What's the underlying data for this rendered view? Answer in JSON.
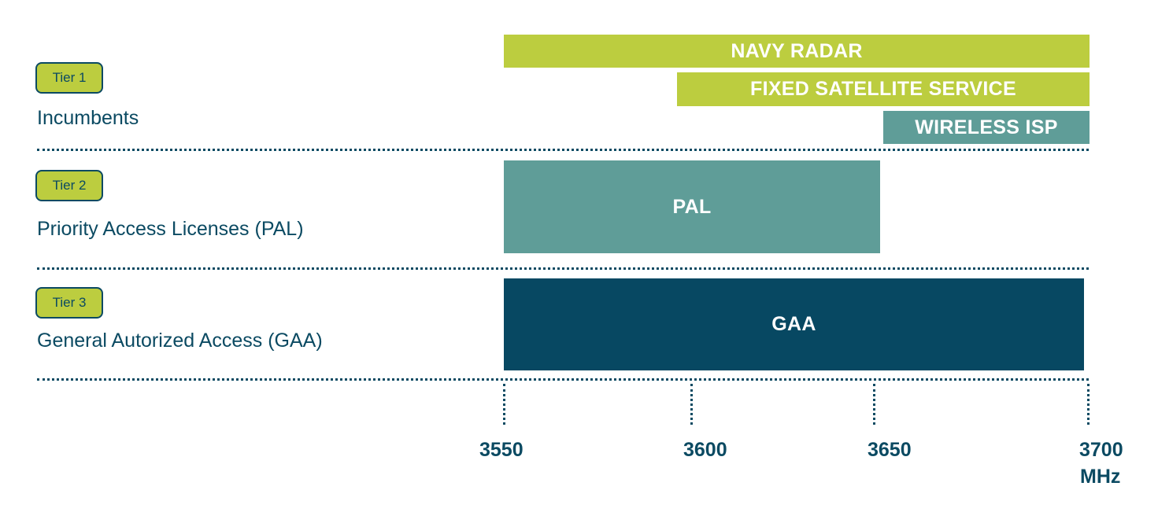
{
  "tiers": [
    {
      "badge": "Tier 1",
      "name": "Incumbents"
    },
    {
      "badge": "Tier 2",
      "name": "Priority Access Licenses (PAL)"
    },
    {
      "badge": "Tier 3",
      "name": "General Autorized Access (GAA)"
    }
  ],
  "bands": {
    "navy_radar": "NAVY RADAR",
    "fss": "FIXED SATELLITE SERVICE",
    "wisp": "WIRELESS ISP",
    "pal": "PAL",
    "gaa": "GAA"
  },
  "frequency_axis": {
    "ticks": [
      "3550",
      "3600",
      "3650",
      "3700"
    ],
    "unit": "MHz"
  },
  "colors": {
    "lime": "#bccd3f",
    "teal": "#5f9d98",
    "navy": "#074862",
    "text": "#0b4a62"
  }
}
